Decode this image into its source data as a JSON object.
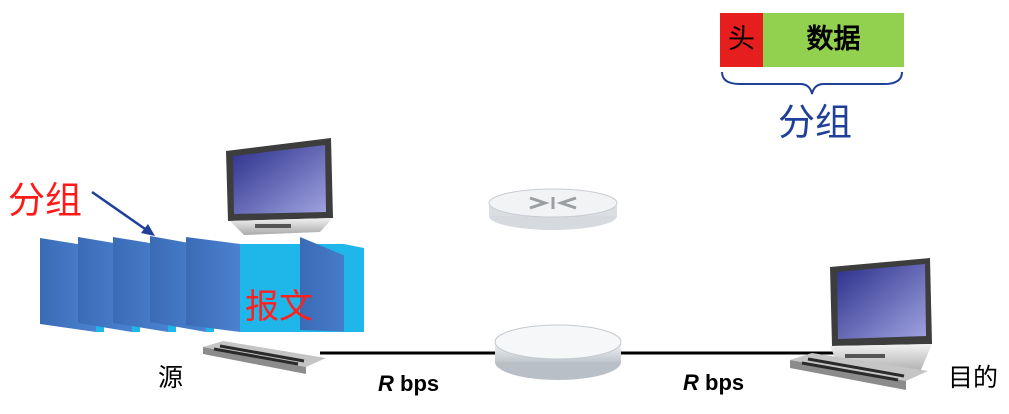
{
  "packet": {
    "header_label": "头",
    "data_label": "数据",
    "caption": "分组",
    "colors": {
      "header": "#e61e1e",
      "data": "#92d050",
      "caption": "#1f3f99"
    }
  },
  "fragments": {
    "label": "分组",
    "color": "#ff1a1a"
  },
  "message": {
    "label": "报文",
    "color": "#ff2020"
  },
  "source": {
    "label": "源"
  },
  "destination": {
    "label": "目的"
  },
  "links": [
    {
      "rate_symbol": "R",
      "rate_unit": " bps"
    },
    {
      "rate_symbol": "R",
      "rate_unit": " bps"
    }
  ],
  "icons": [
    "desktop-computer-icon",
    "router-icon",
    "keyboard-icon"
  ]
}
